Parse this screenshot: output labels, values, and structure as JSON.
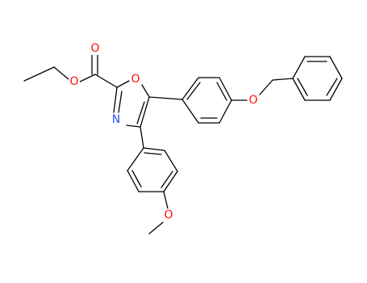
{
  "colors": {
    "bond": "#000000",
    "oxygen": "#ff0d0d",
    "nitrogen": "#3050f8",
    "background": "#ffffff"
  },
  "atoms": [
    {
      "id": "o_carbonyl",
      "symbol": "O",
      "element": "oxygen"
    },
    {
      "id": "o_ester",
      "symbol": "O",
      "element": "oxygen"
    },
    {
      "id": "o_ring",
      "symbol": "O",
      "element": "oxygen"
    },
    {
      "id": "n_ring",
      "symbol": "N",
      "element": "nitrogen"
    },
    {
      "id": "o_benzyloxy",
      "symbol": "O",
      "element": "oxygen"
    },
    {
      "id": "o_methoxy",
      "symbol": "O",
      "element": "oxygen"
    }
  ]
}
